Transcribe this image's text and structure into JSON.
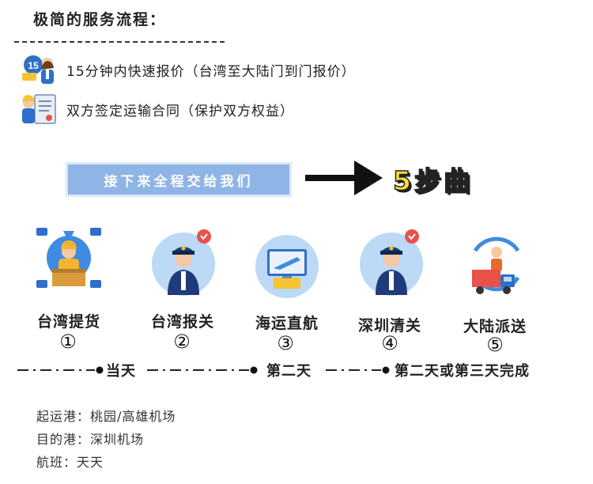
{
  "title": "极简的服务流程：",
  "services": [
    {
      "icon": "quote-15min-icon",
      "text": "15分钟内快速报价（台湾至大陆门到门报价）",
      "badge": "15"
    },
    {
      "icon": "contract-icon",
      "text": "双方签定运输合同（保护双方权益）"
    }
  ],
  "handover_label": "接下来全程交给我们",
  "steps_word": "5步曲",
  "steps": [
    {
      "icon": "pickup-worker-icon",
      "label": "台湾提货",
      "num": "①"
    },
    {
      "icon": "customs-officer-icon",
      "label": "台湾报关",
      "num": "②"
    },
    {
      "icon": "shipping-screen-icon",
      "label": "海运直航",
      "num": "③"
    },
    {
      "icon": "customs-officer-icon",
      "label": "深圳清关",
      "num": "④"
    },
    {
      "icon": "delivery-truck-icon",
      "label": "大陆派送",
      "num": "⑤"
    }
  ],
  "timeline": [
    "当天",
    "第二天",
    "第二天或第三天完成"
  ],
  "info": [
    "起运港：桃园/高雄机场",
    "目的港：深圳机场",
    "航班：天天"
  ],
  "colors": {
    "accent_blue": "#8fb4e6",
    "steps_yellow": "#ffe033",
    "circle_blue": "#bcd9f5"
  }
}
